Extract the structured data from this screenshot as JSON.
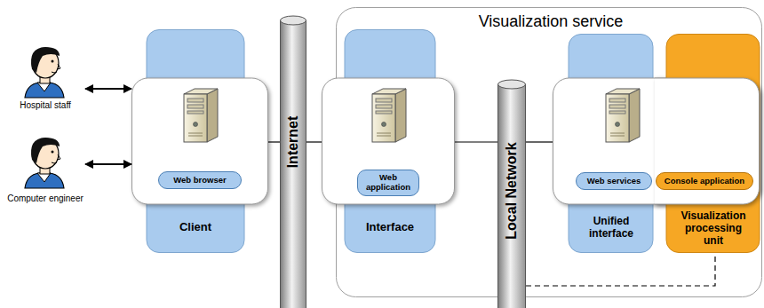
{
  "diagram": {
    "nodes": [
      {
        "text": [
          "Hospital staff"
        ]
      },
      {
        "text": [
          "Computer engineer"
        ]
      },
      {
        "text": [
          "Client"
        ]
      },
      {
        "text": [
          "Web browser"
        ],
        "in": 2
      },
      {
        "text": [
          "Internet"
        ]
      },
      {
        "text": [
          "Visualization service"
        ]
      },
      {
        "text": [
          "Interface"
        ],
        "in": 5
      },
      {
        "text": [
          "Web application"
        ],
        "in": 6
      },
      {
        "text": [
          "Local Network"
        ],
        "in": 5
      },
      {
        "text": [
          "Unified interface"
        ],
        "in": 5
      },
      {
        "text": [
          "Web services"
        ],
        "in": 9
      },
      {
        "text": [
          "Visualization processing unit"
        ],
        "in": 5
      },
      {
        "text": [
          "Console application"
        ],
        "in": 11
      }
    ],
    "edges": [
      {
        "from": 0,
        "to": 2,
        "arrow": "both"
      },
      {
        "from": 1,
        "to": 2,
        "arrow": "both"
      },
      {
        "from": 2,
        "to": 4,
        "arrow": "none"
      },
      {
        "from": 4,
        "to": 6,
        "arrow": "none"
      },
      {
        "from": 6,
        "to": 8,
        "arrow": "none"
      },
      {
        "from": 8,
        "to": 9,
        "arrow": "none"
      },
      {
        "from": 8,
        "to": 11,
        "arrow": "none"
      }
    ]
  }
}
